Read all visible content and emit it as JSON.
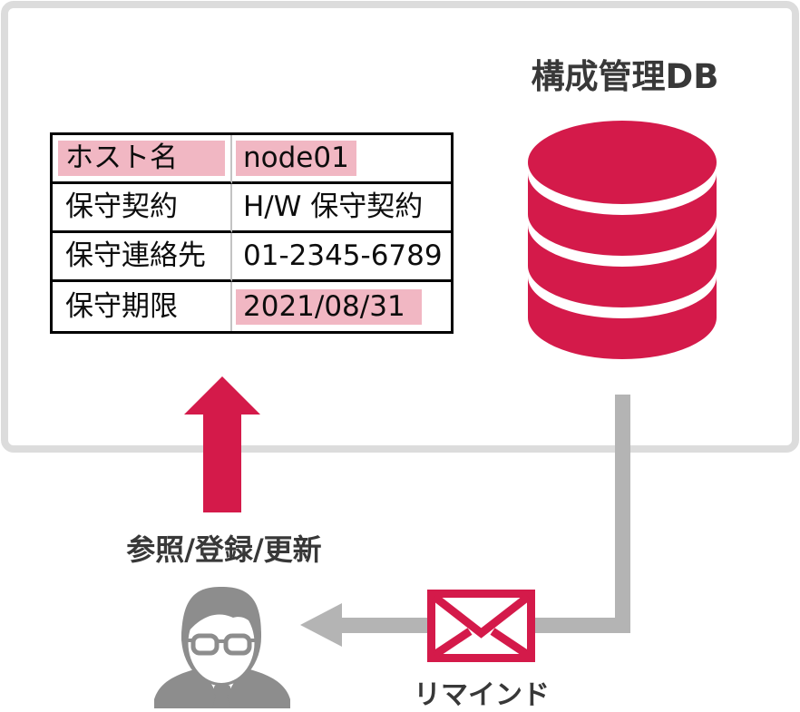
{
  "diagram": {
    "title": "構成管理DB",
    "table": {
      "rows": [
        {
          "label": "ホスト名",
          "value": "node01",
          "label_highlighted": true,
          "value_highlighted": true
        },
        {
          "label": "保守契約",
          "value": "H/W 保守契約",
          "label_highlighted": false,
          "value_highlighted": false
        },
        {
          "label": "保守連絡先",
          "value": "01-2345-6789",
          "label_highlighted": false,
          "value_highlighted": false
        },
        {
          "label": "保守期限",
          "value": "2021/08/31",
          "label_highlighted": false,
          "value_highlighted": true
        }
      ]
    },
    "labels": {
      "update_flow": "参照/登録/更新",
      "remind": "リマインド"
    },
    "icons": [
      "database-icon",
      "up-arrow-icon",
      "left-arrow-icon",
      "mail-icon",
      "person-icon"
    ],
    "colors": {
      "accent_red": "#d41a4a",
      "highlight_pink": "#f1b7c3",
      "frame_gray": "#dcdcdc",
      "connector_gray": "#b4b4b4",
      "person_gray": "#8d8d8d",
      "text_dark": "#383838",
      "table_border": "#000000"
    }
  }
}
